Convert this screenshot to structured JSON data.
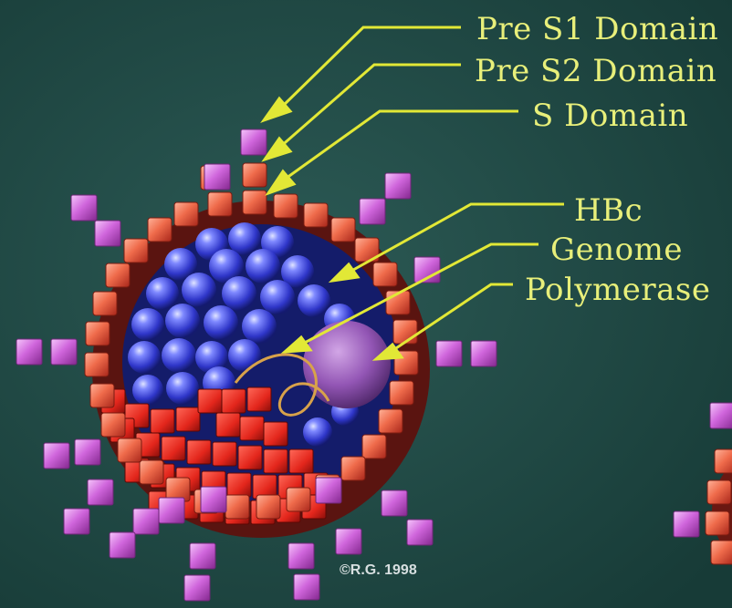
{
  "labels": {
    "pre_s1": "Pre S1 Domain",
    "pre_s2": "Pre S2 Domain",
    "s_domain": "S Domain",
    "hbc": "HBc",
    "genome": "Genome",
    "polymerase": "Polymerase"
  },
  "copyright": "©R.G. 1998",
  "colors": {
    "background": "#1f4a45",
    "label_text": "#e8ef7a",
    "pointer": "#e2e836",
    "envelope_tile": "#e86548",
    "spike": "#cf62d8",
    "core_sphere": "#3b46d6",
    "polymerase": "#9a5ab4"
  }
}
